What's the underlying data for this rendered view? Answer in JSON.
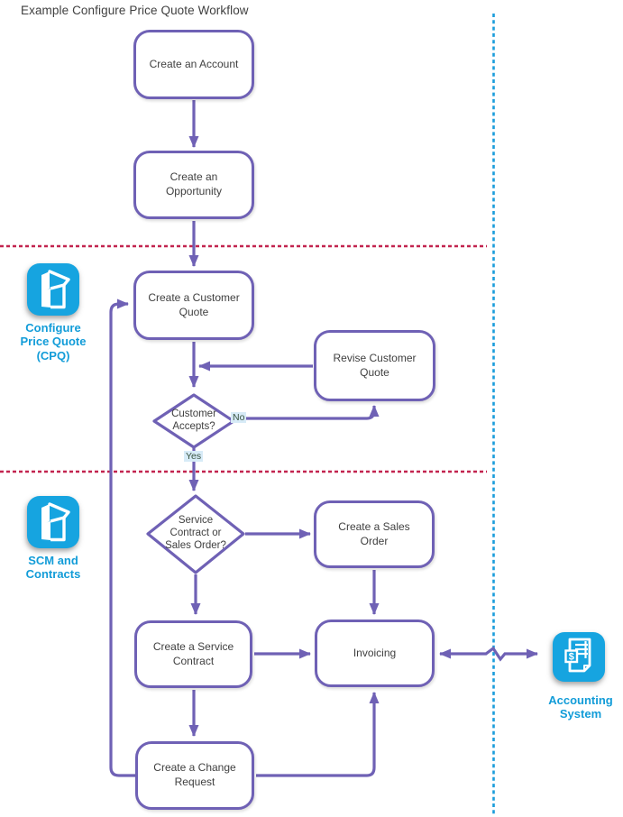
{
  "title": "Example Configure Price Quote Workflow",
  "nodes": {
    "account": {
      "label": "Create an Account"
    },
    "opportunity": {
      "label": "Create an Opportunity"
    },
    "customer_quote": {
      "label": "Create a Customer Quote"
    },
    "revise_quote": {
      "label": "Revise Customer Quote"
    },
    "sales_order": {
      "label": "Create a Sales Order"
    },
    "service_contract": {
      "label": "Create a Service Contract"
    },
    "invoicing": {
      "label": "Invoicing"
    },
    "change_request": {
      "label": "Create a Change Request"
    }
  },
  "decisions": {
    "customer_accepts": {
      "lines": [
        "Customer",
        "Accepts?"
      ]
    },
    "service_or_sales": {
      "lines": [
        "Service",
        "Contract or",
        "Sales Order?"
      ]
    }
  },
  "edge_labels": {
    "no": "No",
    "yes": "Yes"
  },
  "systems": {
    "cpq": {
      "icon": "open-box-icon",
      "lines": [
        "Configure",
        "Price Quote",
        "(CPQ)"
      ]
    },
    "scm": {
      "icon": "open-box-icon",
      "lines": [
        "SCM and",
        "Contracts"
      ]
    },
    "accounting": {
      "icon": "invoice-icon",
      "lines": [
        "Accounting",
        "System"
      ],
      "dollar": "$"
    }
  },
  "colors": {
    "connector_purple": "#6F61B5",
    "system_blue": "#16A4E0",
    "label_blue": "#129CD8",
    "divider_red": "#C2244F",
    "boundary_blue": "#1B9DDB",
    "edge_label_bg": "#D7EBF7",
    "node_text": "#3F3F3F"
  }
}
